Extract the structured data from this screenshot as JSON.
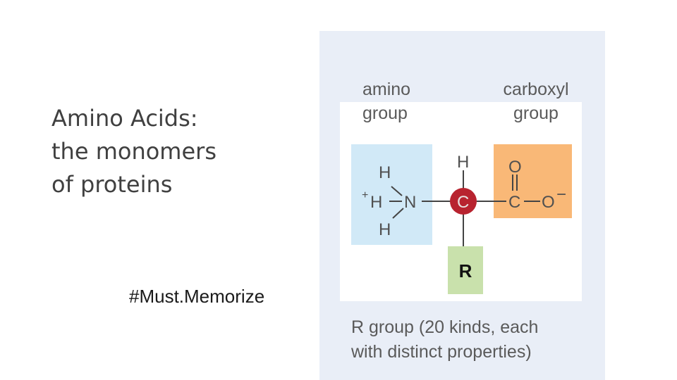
{
  "slide": {
    "title_lines": [
      "Amino Acids:",
      "the monomers",
      "of proteins"
    ],
    "hashtag": "#Must.Memorize"
  },
  "figure": {
    "amino_label": [
      "amino",
      "group"
    ],
    "carboxyl_label": [
      "carboxyl",
      "group"
    ],
    "r_group_caption": [
      "R group (20 kinds, each",
      "with distinct properties)"
    ],
    "atoms": {
      "h_top_left": "H",
      "h_left": "H",
      "h_bottom_left": "H",
      "plus": "+",
      "n": "N",
      "c_alpha": "C",
      "h_top": "H",
      "o_top": "O",
      "c_carboxyl": "C",
      "o_right": "O",
      "minus": "−",
      "r": "R"
    },
    "colors": {
      "background_panel": "#e9eef7",
      "amino_box": "#d1e9f7",
      "carboxyl_box": "#f9b877",
      "r_box": "#c9e1ac",
      "alpha_carbon": "#b8232f"
    }
  }
}
